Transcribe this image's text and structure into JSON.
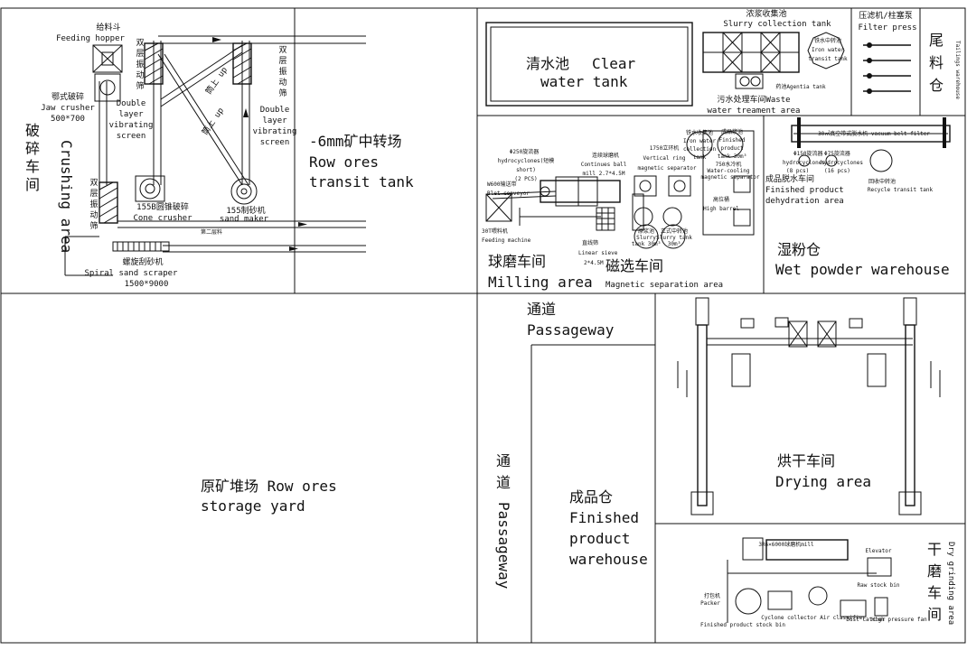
{
  "zones": {
    "crushing": {
      "cn": "破碎车间",
      "cn1": "破",
      "cn2": "碎",
      "cn3": "车",
      "cn4": "间",
      "en": "Crushing area"
    },
    "transit": {
      "cn": "-6mm矿中转场",
      "en1": "Row ores",
      "en2": "transit tank"
    },
    "clear_water": {
      "cn": "清水池",
      "en1": "Clear",
      "en2": "water tank"
    },
    "waste_water": {
      "cn": "污水处理车间Waste",
      "en": "water treament area"
    },
    "filter_press": {
      "cn": "压滤机/柱塞泵",
      "en": "Filter press"
    },
    "tailings": {
      "cn1": "尾",
      "cn2": "料",
      "cn3": "仓",
      "en": "Tailings warehouse"
    },
    "milling": {
      "cn": "球磨车间",
      "en": "Milling area"
    },
    "magnetic": {
      "cn": "磁选车间",
      "en": "Magnetic separation area"
    },
    "wet_powder": {
      "cn": "湿粉仓",
      "en": "Wet powder warehouse"
    },
    "storage": {
      "cn": "原矿堆场 Row ores",
      "en": "storage yard"
    },
    "passageway_top": {
      "cn": "通道",
      "en": "Passageway"
    },
    "passageway_left": {
      "cn1": "通",
      "cn2": "道",
      "en": "Passageway"
    },
    "finished": {
      "cn": "成品仓",
      "en1": "Finished",
      "en2": "product",
      "en3": "warehouse"
    },
    "drying": {
      "cn": "烘干车间",
      "en": "Drying area"
    },
    "dry_grinding": {
      "cn1": "干",
      "cn2": "磨",
      "cn3": "车",
      "cn4": "间",
      "en": "Dry grinding area"
    }
  },
  "equipment": {
    "feeding_hopper": {
      "cn": "给料斗",
      "en": "Feeding hopper"
    },
    "jaw_crusher": {
      "cn": "鄂式破碎",
      "en": "Jaw crusher",
      "spec": "500*700"
    },
    "dlvs_top": {
      "cn1": "双",
      "cn2": "层",
      "cn3": "振",
      "cn4": "动",
      "cn5": "筛",
      "en1": "Double",
      "en2": "layer",
      "en3": "vibrating",
      "en4": "screen"
    },
    "dlvs_right": {
      "cn1": "双",
      "cn2": "层",
      "cn3": "振",
      "cn4": "动",
      "cn5": "筛",
      "en1": "Double",
      "en2": "layer",
      "en3": "vibrating",
      "en4": "screen"
    },
    "dlvs_bottom": {
      "cn1": "双",
      "cn2": "层",
      "cn3": "振",
      "cn4": "动",
      "cn5": "筛"
    },
    "cone_crusher": {
      "cn": "155B圆锥破碎",
      "en": "Cone crusher"
    },
    "sand_maker": {
      "cn": "155制砂机",
      "en": "sand maker"
    },
    "second_floor": "第二层料",
    "spiral": {
      "cn": "螺旋刮砂机",
      "en": "Spiral sand scraper",
      "spec": "1500*9000"
    },
    "up1": "筒上 up",
    "up2": "筒上 up",
    "slurry": {
      "cn": "浓浆收集池",
      "en": "Slurry collection tank"
    },
    "iron_tank": {
      "cn": "铁水中转池",
      "en1": "Iron water",
      "en2": "transit tank"
    },
    "agentia": "药池Agentia tank",
    "cyclones_mill": {
      "cn": "Φ250旋流器",
      "en1": "hydrocyclones(短模",
      "en2": "short)",
      "en3": "(2 PCS)"
    },
    "belt": {
      "cn": "W600输送带",
      "en": "Blet conveyor"
    },
    "feeding_machine": {
      "cn": "30T喂料机",
      "en": "Feeding machine"
    },
    "ball_mill": {
      "cn": "连续球磨机",
      "en1": "Continues ball",
      "en2": "mill 2.7*4.5M"
    },
    "linear_sieve": {
      "cn": "直线筛",
      "en1": "Linear sieve",
      "en2": "2*4.5M"
    },
    "vertical_ring": {
      "cn": "1750立环机",
      "en1": "Vertical ring",
      "en2": "magnetic separator"
    },
    "iron_collection": {
      "cn": "铁水收集池",
      "en1": "Iron water",
      "en2": "collection",
      "en3": "tank"
    },
    "finished_tank": {
      "cn1": "成品浆池",
      "en1": "Finished",
      "en2": "product",
      "en3": "tank 30m³"
    },
    "water_cooling": {
      "cn": "750水冷机",
      "en1": "Water-cooling",
      "en2": "magnetic separator"
    },
    "high_barrel": {
      "cn": "高位桶",
      "en": "High barrel"
    },
    "slurry_tank": {
      "cn": "原浆池",
      "en1": "Slurry",
      "en2": "tank 30m³"
    },
    "slurry_tank2": {
      "cn": "立式中转池",
      "en1": "Slurry tank",
      "en2": "30m³"
    },
    "vacuum_filter": "30㎡真空带式脱水机 vacuum belt filter",
    "hydro8": {
      "cn": "Φ150旋流器",
      "en1": "hydrocyclones",
      "en2": "(8 pcs)"
    },
    "hydro16": {
      "cn": "Φ75旋流器",
      "en1": "hydrocyclones",
      "en2": "(16 pcs)"
    },
    "dehydration": {
      "cn": "成品脱水车间",
      "en1": "Finished product",
      "en2": "dehydration area"
    },
    "recycle": {
      "cn": "回收中转池",
      "en": "Recycle transit tank"
    },
    "raymond": "3R6×6000球磨机mill",
    "packer": {
      "cn": "打包机",
      "en": "Packer"
    },
    "stock_bin": "Finished product stock bin",
    "cyclone_air": "Cyclone collector Air classifier",
    "dust": "Dust catcher",
    "blower": "High pressure fan",
    "elevator": "Elevator",
    "raw_bin": "Raw stock bin"
  }
}
